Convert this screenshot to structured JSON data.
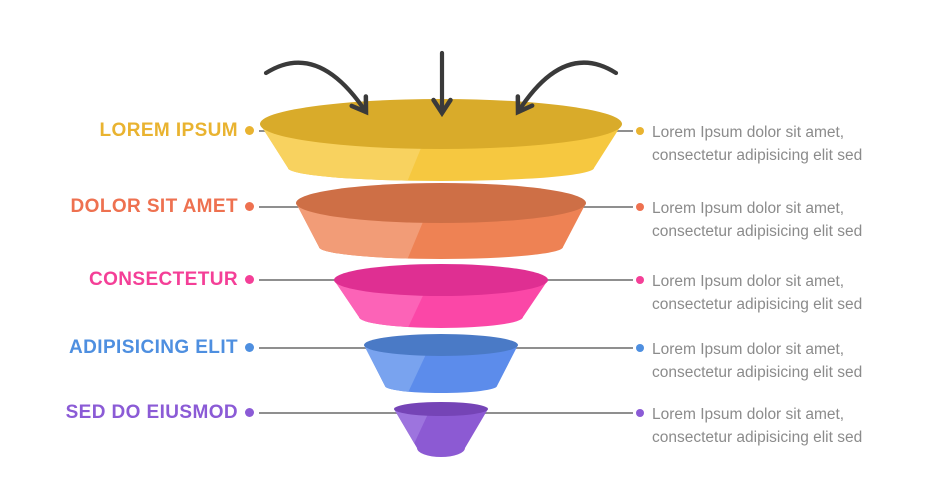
{
  "canvas": {
    "background": "#ffffff",
    "connector_color": "#8f8f8f",
    "arrow_color": "#3a3a3a",
    "desc_text_color": "#8b8b8b"
  },
  "icons": [
    "arrow-curved-left-icon",
    "arrow-straight-down-icon",
    "arrow-curved-right-icon"
  ],
  "stages": [
    {
      "label": "LOREM IPSUM",
      "desc_line1": "Lorem Ipsum dolor sit amet,",
      "desc_line2": "consectetur adipisicing elit sed",
      "accent": "#e9b330",
      "colors": {
        "top": "#d9ab2a",
        "body": "#f6c840",
        "highlight": "#f8d25f"
      }
    },
    {
      "label": "DOLOR SIT AMET",
      "desc_line1": "Lorem Ipsum dolor sit amet,",
      "desc_line2": "consectetur adipisicing elit sed",
      "accent": "#ee7150",
      "colors": {
        "top": "#ce6f46",
        "body": "#ee8254",
        "highlight": "#f29c77"
      }
    },
    {
      "label": "CONSECTETUR",
      "desc_line1": "Lorem Ipsum dolor sit amet,",
      "desc_line2": "consectetur adipisicing elit sed",
      "accent": "#f43f97",
      "colors": {
        "top": "#df2f92",
        "body": "#fb47a7",
        "highlight": "#fc63b7"
      }
    },
    {
      "label": "ADIPISICING ELIT",
      "desc_line1": "Lorem Ipsum dolor sit amet,",
      "desc_line2": "consectetur adipisicing elit sed",
      "accent": "#4e8fe0",
      "colors": {
        "top": "#4a7ac6",
        "body": "#5c8ceb",
        "highlight": "#79a3ef"
      }
    },
    {
      "label": "SED DO EIUSMOD",
      "desc_line1": "Lorem Ipsum dolor sit amet,",
      "desc_line2": "consectetur adipisicing elit sed",
      "accent": "#8b5bd6",
      "colors": {
        "top": "#7544b6",
        "body": "#8c5ad3",
        "highlight": "#9d74de"
      }
    }
  ]
}
